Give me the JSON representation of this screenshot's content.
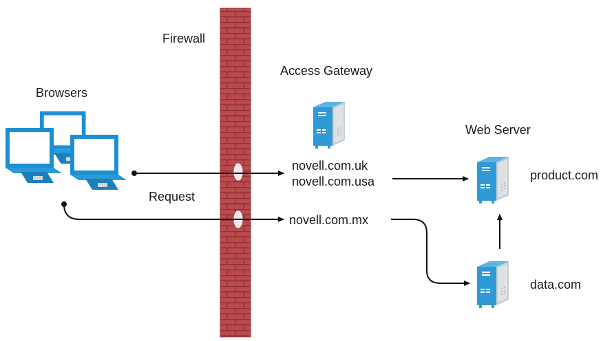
{
  "diagram": {
    "labels": {
      "firewall": "Firewall",
      "access_gateway": "Access Gateway",
      "browsers": "Browsers",
      "web_server": "Web Server",
      "domain_uk": "novell.com.uk",
      "domain_usa": "novell.com.usa",
      "domain_mx": "novell.com.mx",
      "request": "Request",
      "product_server": "product.com",
      "data_server": "data.com"
    },
    "colors": {
      "brick": "#b84b4f",
      "mortar": "#8f2f33",
      "server_front": "#2f9ad6",
      "server_side": "#c9ccd0",
      "monitor": "#1e8fd2",
      "monitor_screen": "#ffffff",
      "line": "#111111"
    },
    "icons": [
      "browser-monitor-icon",
      "server-icon",
      "firewall-wall"
    ]
  }
}
